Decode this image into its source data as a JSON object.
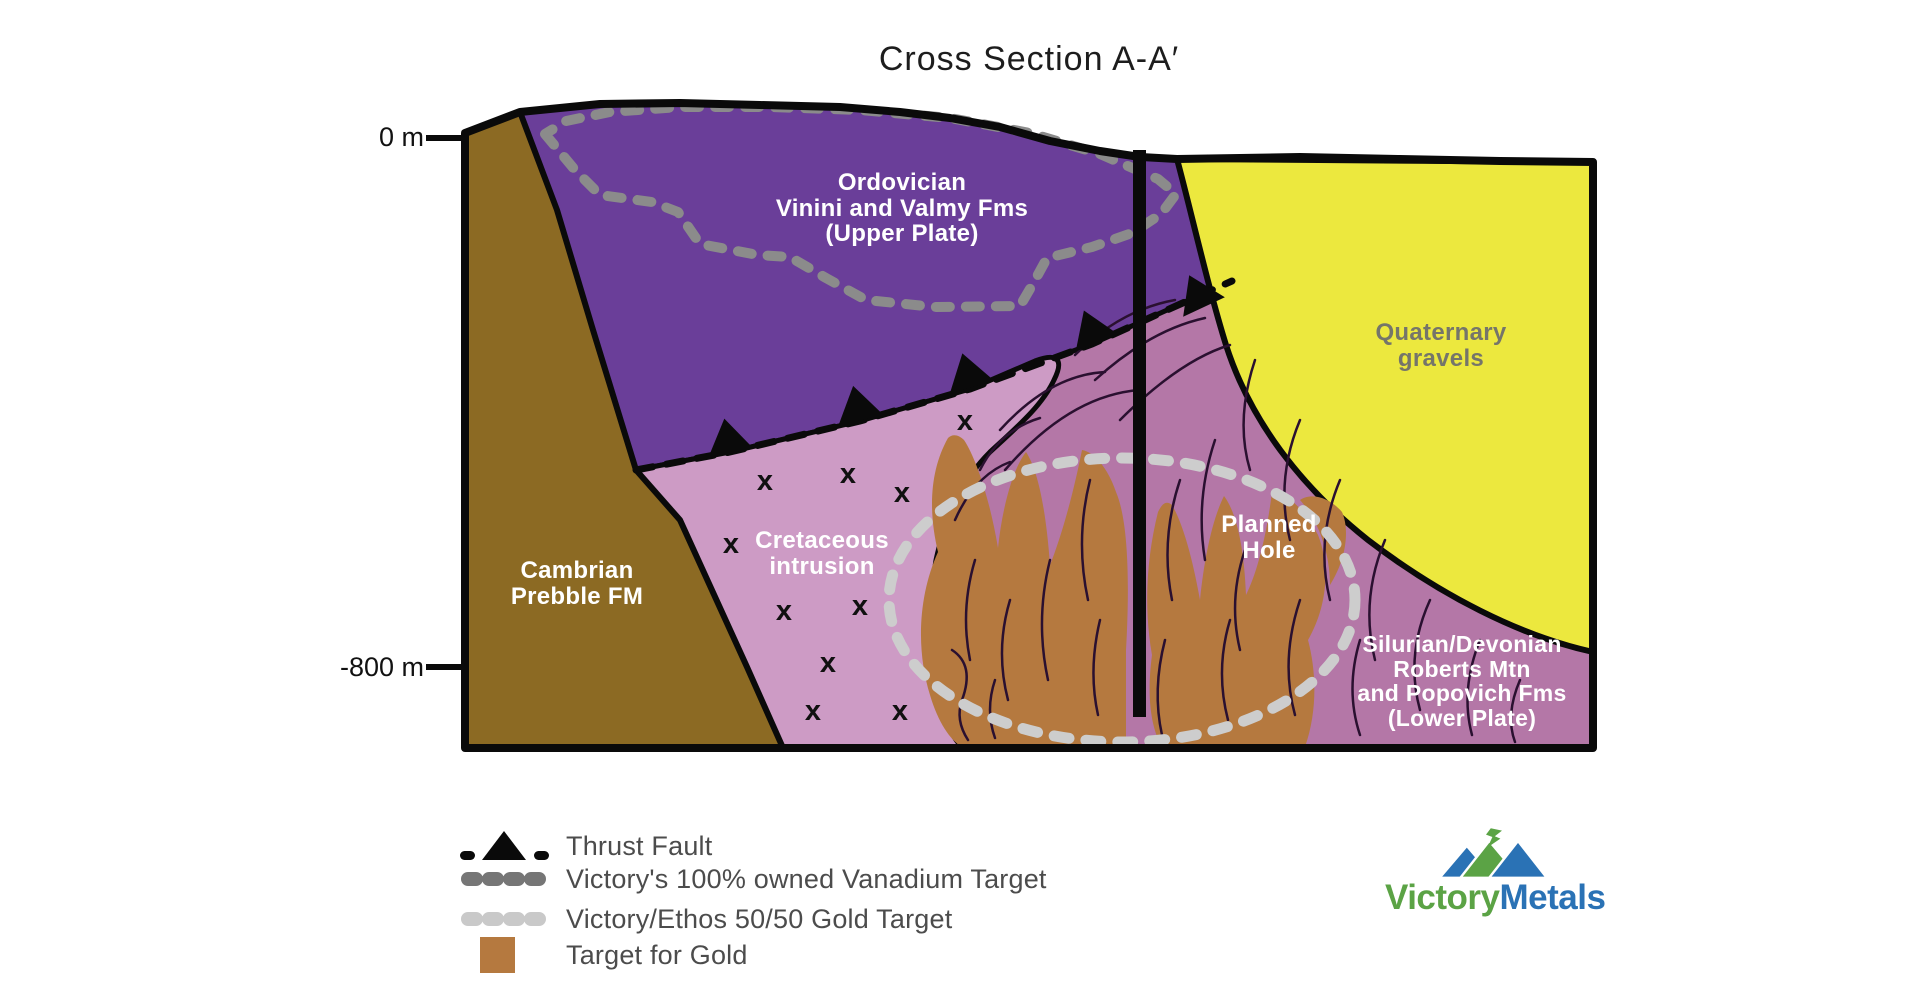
{
  "title": "Cross Section A-A′",
  "axis": {
    "top_label": "0 m",
    "bottom_label": "-800 m"
  },
  "regions": {
    "ordovician": {
      "label": "Ordovician\nVinini and Valmy Fms\n(Upper Plate)"
    },
    "cambrian": {
      "label": "Cambrian\nPrebble FM"
    },
    "cretaceous": {
      "label": "Cretaceous\nintrusion"
    },
    "quaternary": {
      "label": "Quaternary\ngravels"
    },
    "silurian": {
      "label": "Silurian/Devonian\nRoberts Mtn\nand Popovich Fms\n(Lower Plate)"
    },
    "planned_hole": {
      "label": "Planned\nHole"
    }
  },
  "legend": {
    "items": [
      {
        "symbol": "thrust-fault",
        "label": "Thrust Fault"
      },
      {
        "symbol": "dark-gray-dashes",
        "label": "Victory's 100% owned Vanadium Target"
      },
      {
        "symbol": "light-gray-dashes",
        "label": "Victory/Ethos 50/50 Gold Target"
      },
      {
        "symbol": "brown-square",
        "label": "Target for Gold"
      }
    ]
  },
  "logo": {
    "part1": "Victory",
    "part2": "Metals"
  },
  "section": {
    "x_symbol": "x",
    "x_marks": [
      [
        765,
        490
      ],
      [
        848,
        483
      ],
      [
        902,
        502
      ],
      [
        965,
        430
      ],
      [
        731,
        553
      ],
      [
        784,
        620
      ],
      [
        860,
        615
      ],
      [
        828,
        672
      ],
      [
        813,
        720
      ],
      [
        900,
        720
      ]
    ]
  },
  "colors": {
    "upper_plate_purple": "#6a3e99",
    "lower_plate_pink": "#b477a7",
    "intrusion_pink": "#cd9bc5",
    "cambrian_brown": "#8c6a23",
    "quaternary_yellow": "#ece83e",
    "gold_target_brown": "#b5793f",
    "vanadium_dash_gray": "#8b8b8b",
    "gold_dash_gray": "#cdcdcd",
    "fold_line": "#2a1030",
    "outline_black": "#0a0a0a",
    "legend_dark_dots": "#767676",
    "legend_light_dots": "#c9c9c9",
    "logo_green": "#5ba345",
    "logo_blue": "#2a72b5"
  }
}
